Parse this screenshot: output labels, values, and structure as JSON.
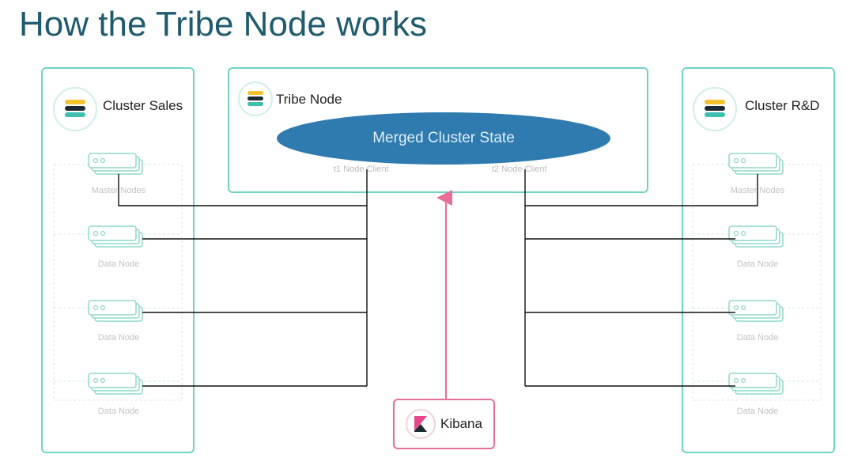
{
  "title": "How the Tribe Node works",
  "clusters": {
    "left": {
      "name": "Cluster Sales",
      "nodes": [
        "Master Nodes",
        "Data Node",
        "Data Node",
        "Data Node"
      ]
    },
    "right": {
      "name": "Cluster R&D",
      "nodes": [
        "Master Nodes",
        "Data Node",
        "Data Node",
        "Data Node"
      ]
    }
  },
  "tribe": {
    "name": "Tribe Node",
    "merged_state": "Merged Cluster State",
    "client1": "t1 Node Client",
    "client2": "t2 Node Client"
  },
  "kibana": {
    "name": "Kibana"
  },
  "colors": {
    "title": "#1f5a6e",
    "cluster_border": "#6fd3c8",
    "ellipse": "#2f7bb0",
    "kibana_border": "#e86d97",
    "kibana_arrow": "#e86d97"
  }
}
